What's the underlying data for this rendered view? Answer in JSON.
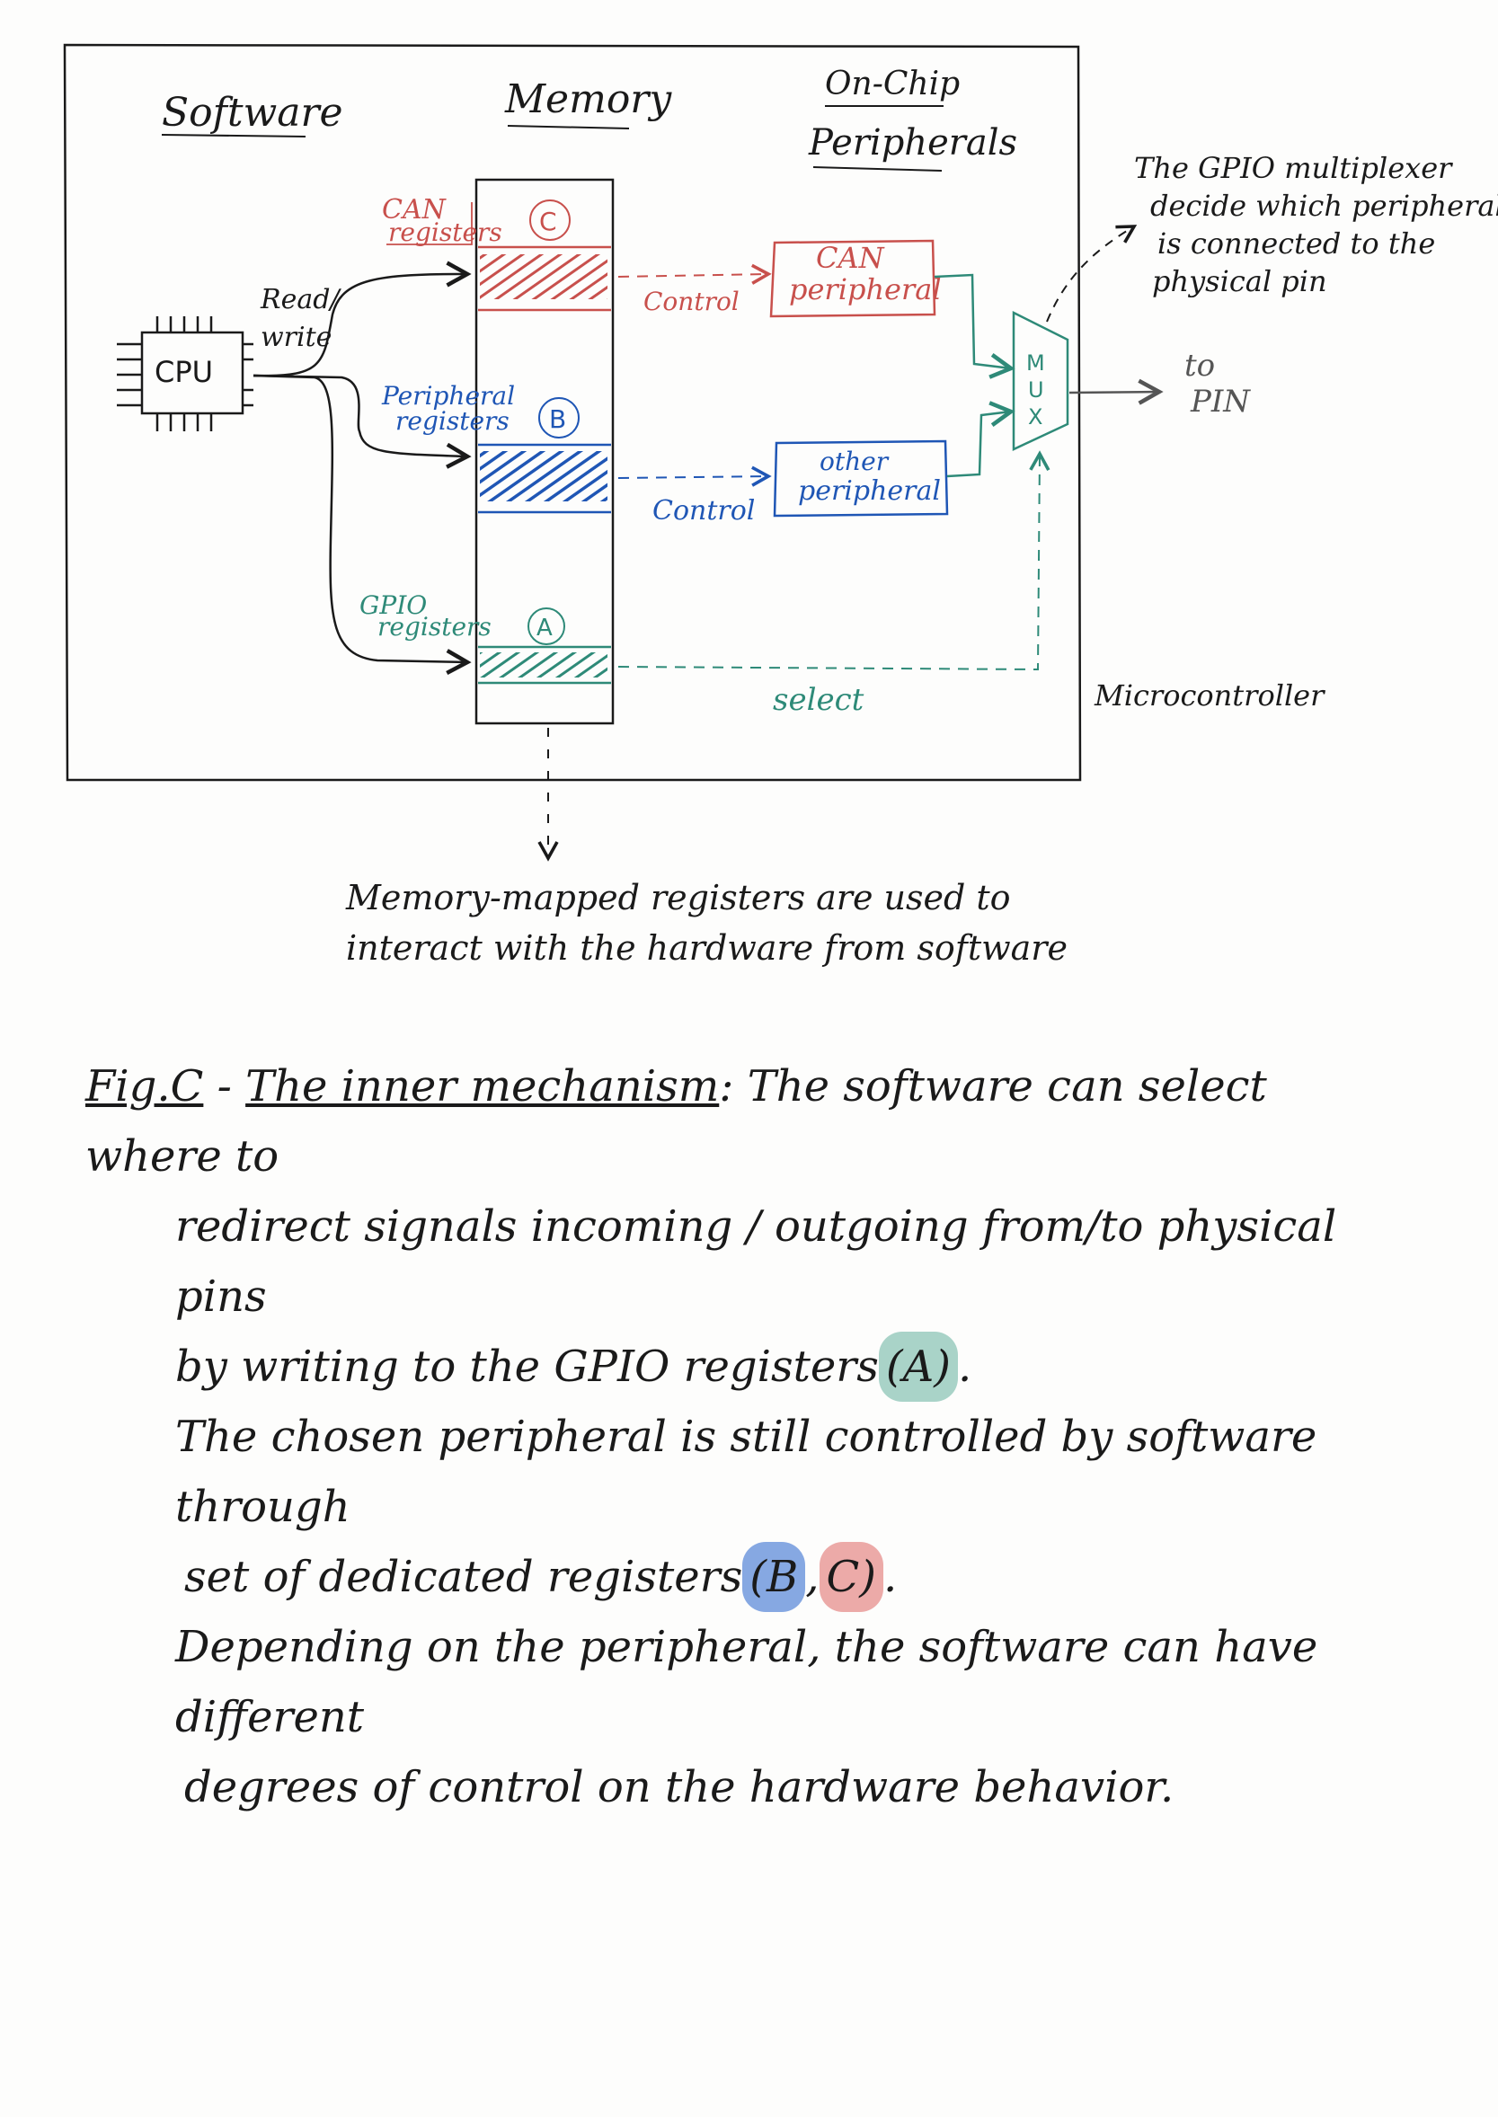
{
  "colors": {
    "ink": "#1a1a1a",
    "can": "#c8504c",
    "peripheral": "#1f56b5",
    "gpio": "#2e8a78"
  },
  "columns": {
    "software": "Software",
    "memory": "Memory",
    "onchip_line1": "On-Chip",
    "onchip_line2": "Peripherals"
  },
  "cpu": {
    "label": "CPU",
    "rw_line1": "Read/",
    "rw_line2": "write"
  },
  "registers": {
    "can": {
      "label_line1": "CAN",
      "label_line2": "registers",
      "marker": "C"
    },
    "peripheral": {
      "label_line1": "Peripheral",
      "label_line2": "registers",
      "marker": "B"
    },
    "gpio": {
      "label_line1": "GPIO",
      "label_line2": "registers",
      "marker": "A"
    }
  },
  "peripherals": {
    "can": {
      "line1": "CAN",
      "line2": "peripheral"
    },
    "other": {
      "line1": "other",
      "line2": "peripheral"
    }
  },
  "links": {
    "control_can": "Control",
    "control_other": "Control",
    "select": "select"
  },
  "mux": {
    "letters": [
      "M",
      "U",
      "X"
    ]
  },
  "output": {
    "line1": "to",
    "line2": "PIN"
  },
  "annotations": {
    "mux_note": [
      "The GPIO multiplexer",
      "decide which peripheral",
      "is connected to the",
      "physical pin"
    ],
    "microcontroller": "Microcontroller",
    "memory_note_line1": "Memory-mapped registers are used to",
    "memory_note_line2": "interact with the hardware from software"
  },
  "caption": {
    "fig_label": "Fig.C",
    "dash": " - ",
    "title": "The inner mechanism",
    "sep": ": ",
    "line1_rest": "The software can select where to",
    "line2": "redirect signals incoming / outgoing from/to physical pins",
    "line3_pre": "by writing to the GPIO registers",
    "marker_a": "(A)",
    "line3_post": ".",
    "line4": "The chosen peripheral is still controlled by software through",
    "line5_pre": "set of dedicated registers",
    "marker_b": "(B",
    "comma": ",",
    "marker_c": "C)",
    "line5_post": ".",
    "line6": "Depending on the peripheral, the software can have different",
    "line7": "degrees of control on the hardware behavior."
  }
}
